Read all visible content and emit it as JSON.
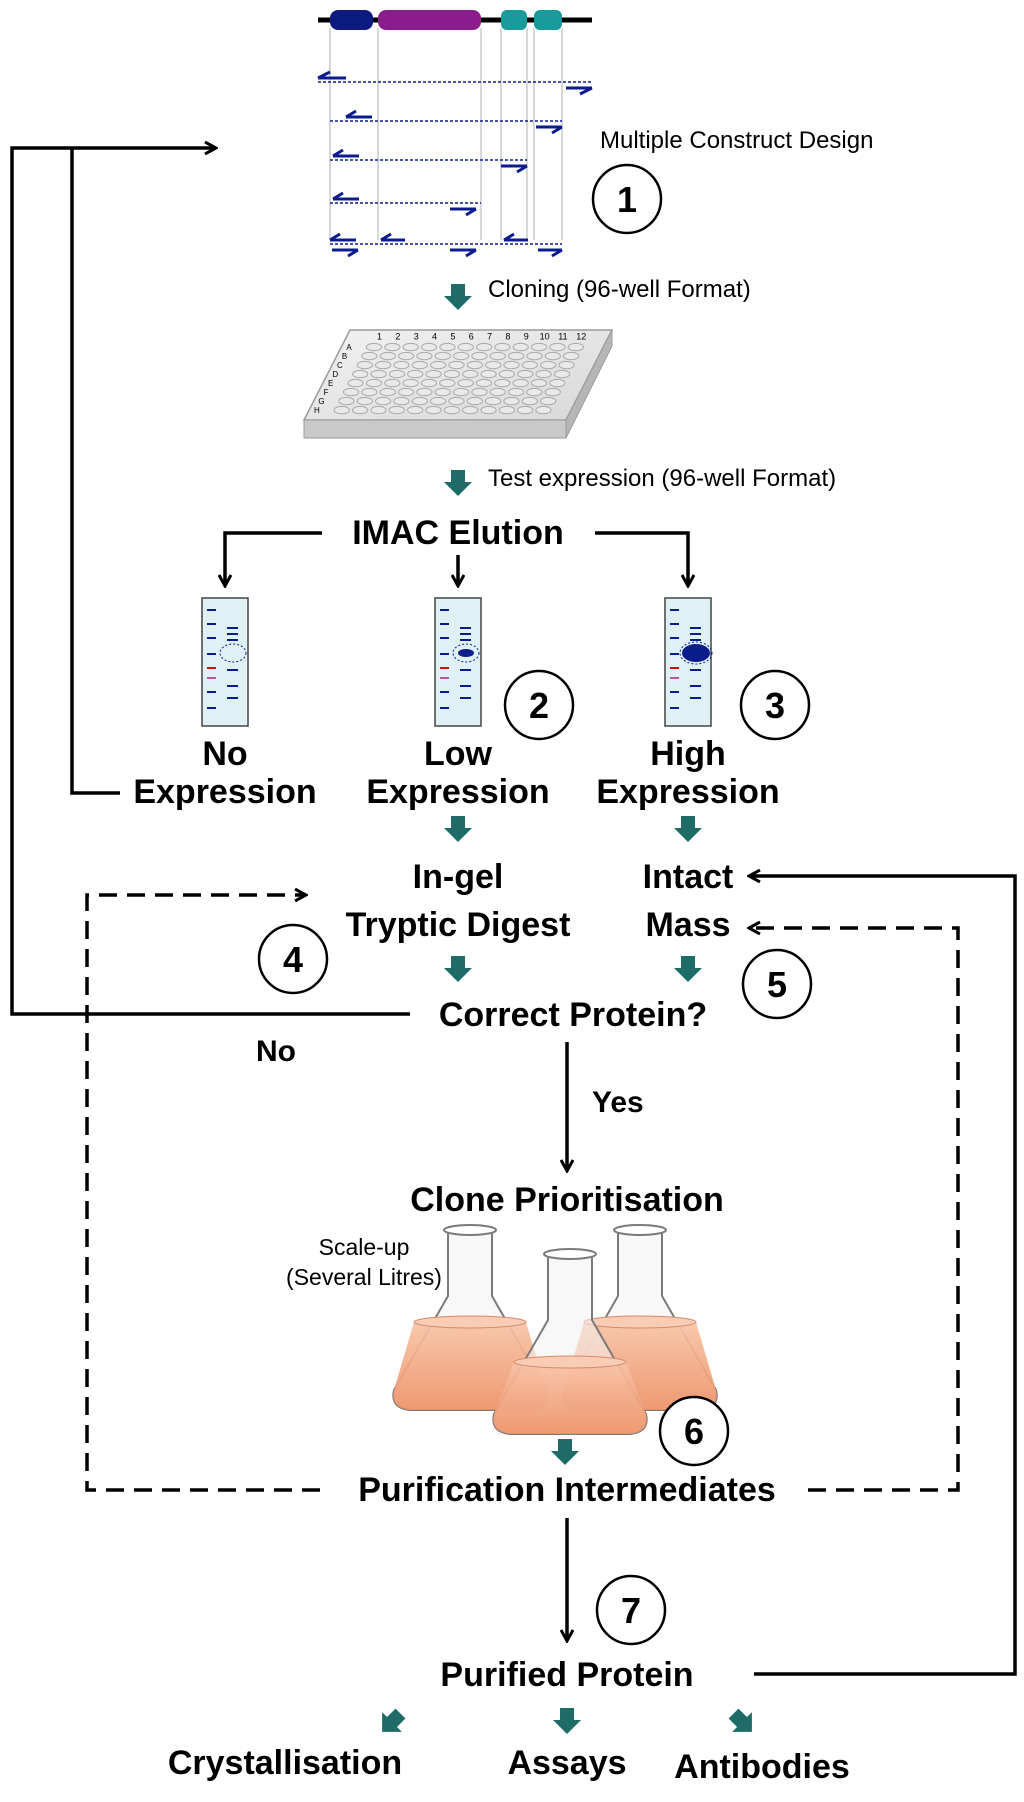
{
  "steps": {
    "construct_design": "Multiple Construct Design",
    "cloning": "Cloning (96-well Format)",
    "test_expression": "Test expression (96-well Format)",
    "imac_elution": "IMAC Elution",
    "no_expression": [
      "No",
      "Expression"
    ],
    "low_expression": [
      "Low",
      "Expression"
    ],
    "high_expression": [
      "High",
      "Expression"
    ],
    "ingel_digest": [
      "In-gel",
      "Tryptic Digest"
    ],
    "intact_mass": [
      "Intact",
      "Mass"
    ],
    "correct_protein": "Correct Protein?",
    "no_label": "No",
    "yes_label": "Yes",
    "clone_prioritisation": "Clone Prioritisation",
    "scale_up": [
      "Scale-up",
      "(Several Litres)"
    ],
    "purification_intermediates": "Purification Intermediates",
    "purified_protein": "Purified Protein",
    "outputs": [
      "Crystallisation",
      "Assays",
      "Antibodies"
    ]
  },
  "step_numbers": [
    "1",
    "2",
    "3",
    "4",
    "5",
    "6",
    "7"
  ],
  "plate": {
    "column_numbers": [
      "1",
      "2",
      "3",
      "4",
      "5",
      "6",
      "7",
      "8",
      "9",
      "10",
      "11",
      "12"
    ],
    "row_letters": [
      "A",
      "B",
      "C",
      "D",
      "E",
      "F",
      "G",
      "H"
    ]
  },
  "colors": {
    "arrow_fill": "#1f6b67",
    "domain_navy": "#0a1a7e",
    "domain_purple": "#8a1c8c",
    "domain_teal": "#1a9a9a",
    "primer_blue": "#0b1c8c",
    "gel_fill": "#dff1f5",
    "flask_liquid": "#f4a57e"
  },
  "icons": {
    "construct": "construct-map-icon",
    "plate": "96-well-plate-icon",
    "gel": "sds-gel-icon",
    "flask": "erlenmeyer-flask-icon"
  }
}
